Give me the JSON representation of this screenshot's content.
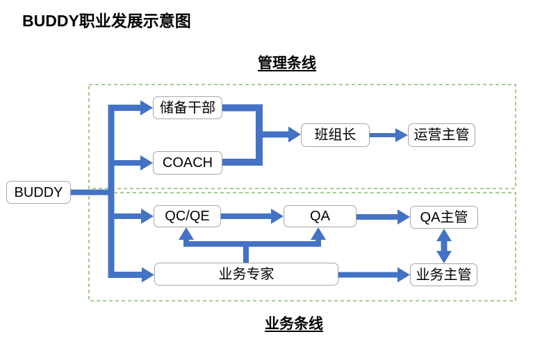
{
  "title": "BUDDY职业发展示意图",
  "sections": {
    "management": {
      "label": "管理条线"
    },
    "business": {
      "label": "业务条线"
    }
  },
  "nodes": {
    "buddy": {
      "label": "BUDDY"
    },
    "reserve_cadre": {
      "label": "储备干部"
    },
    "coach": {
      "label": "COACH"
    },
    "team_leader": {
      "label": "班组长"
    },
    "operations_supervisor": {
      "label": "运营主管"
    },
    "qc_qe": {
      "label": "QC/QE"
    },
    "qa": {
      "label": "QA"
    },
    "qa_supervisor": {
      "label": "QA主管"
    },
    "business_expert": {
      "label": "业务专家"
    },
    "business_supervisor": {
      "label": "业务主管"
    }
  },
  "colors": {
    "arrow": "#4472C4",
    "box_border": "#A6A6A6",
    "section_border": "#70AD47",
    "text": "#000000",
    "background": "#FFFFFF"
  }
}
